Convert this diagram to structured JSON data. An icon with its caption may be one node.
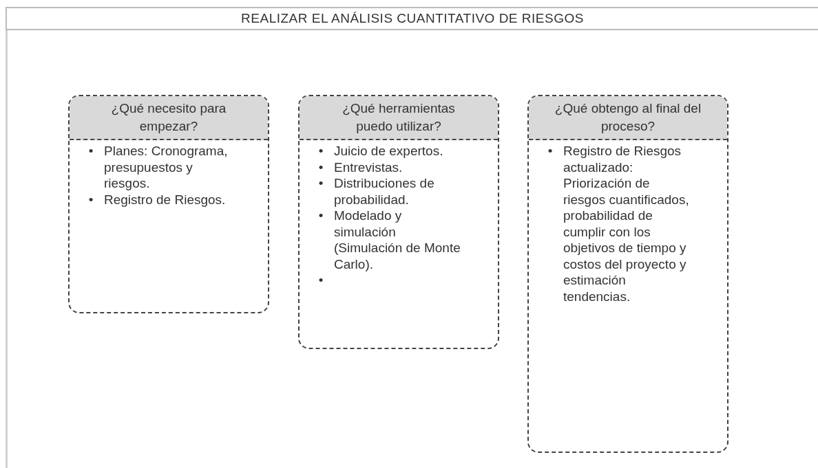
{
  "diagram": {
    "title": "REALIZAR EL ANÁLISIS CUANTITATIVO DE RIESGOS",
    "nodes": [
      {
        "text": [
          "¿Qué necesito para empezar?",
          "• Planes: Cronograma, presupuestos y riesgos.",
          "• Registro de Riesgos."
        ]
      },
      {
        "text": [
          "¿Qué herramientas puedo utilizar?",
          "• Juicio de expertos.",
          "• Entrevistas.",
          "• Distribuciones de probabilidad.",
          "• Modelado y simulación (Simulación de Monte Carlo).",
          "•"
        ]
      },
      {
        "text": [
          "¿Qué obtengo al final del proceso?",
          "• Registro de Riesgos actualizado: Priorización de riesgos cuantificados, probabilidad de cumplir con los objetivos de tiempo y costos del proyecto y estimación tendencias."
        ]
      }
    ],
    "edges": []
  }
}
